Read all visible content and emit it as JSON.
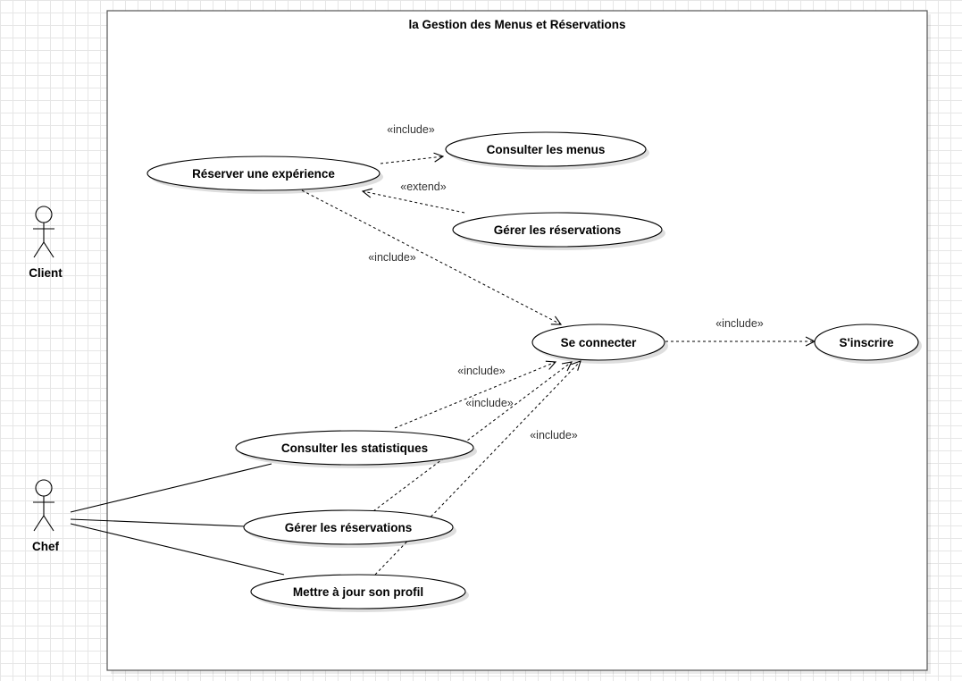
{
  "system": {
    "title": "la Gestion des Menus et Réservations"
  },
  "actors": {
    "client": "Client",
    "chef": "Chef"
  },
  "use_cases": {
    "reserver": "Réserver une expérience",
    "consulter_menus": "Consulter les menus",
    "gerer_reservations_top": "Gérer les réservations",
    "se_connecter": "Se connecter",
    "inscrire": "S'inscrire",
    "consulter_stats": "Consulter les statistiques",
    "gerer_reservations_chef": "Gérer les réservations",
    "profil": "Mettre à jour son profil"
  },
  "relations": {
    "include_menus": "«include»",
    "extend_gerer": "«extend»",
    "include_reserver_connect": "«include»",
    "include_connect_inscrire": "«include»",
    "include_stats": "«include»",
    "include_gerer": "«include»",
    "include_profil": "«include»"
  }
}
